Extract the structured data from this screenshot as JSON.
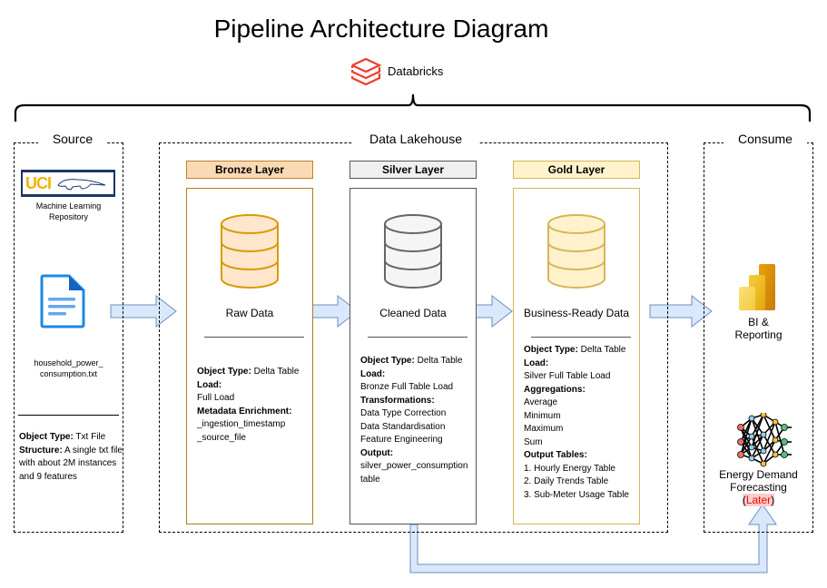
{
  "title": "Pipeline Architecture Diagram",
  "brand": {
    "name": "Databricks",
    "icon": "databricks-logo-icon",
    "color": "#ef3e2d"
  },
  "sections": {
    "source": "Source",
    "lakehouse": "Data Lakehouse",
    "consume": "Consume"
  },
  "source": {
    "uci_logo_text": "UCI",
    "uci_caption_line1": "Machine Learning",
    "uci_caption_line2": "Repository",
    "file_icon": "document-icon",
    "file_name_line1": "household_power_",
    "file_name_line2": "consumption.txt",
    "details": [
      {
        "label": "Object Type:",
        "value": " Txt File"
      },
      {
        "label": "Structure:",
        "value": " A single txt file with about 2M instances and 9 features"
      }
    ]
  },
  "layers": [
    {
      "name": "Bronze Layer",
      "caption": "Raw Data",
      "colors": {
        "header_bg": "#fad9b5",
        "header_border": "#c0802a",
        "box_border": "#b47a1e",
        "db_fill": "#ffe6cc",
        "db_stroke": "#d79b00"
      },
      "details": [
        {
          "label": "Object Type:",
          "value": " Delta Table"
        },
        {
          "label": "Load:",
          "value": ""
        },
        {
          "label": "",
          "value": "Full Load"
        },
        {
          "label": "Metadata Enrichment:",
          "value": ""
        },
        {
          "label": "",
          "value": "_ingestion_timestamp"
        },
        {
          "label": "",
          "value": "_source_file"
        }
      ]
    },
    {
      "name": "Silver Layer",
      "caption": "Cleaned Data",
      "colors": {
        "header_bg": "#efefef",
        "header_border": "#555555",
        "box_border": "#555555",
        "db_fill": "#f5f5f5",
        "db_stroke": "#666666"
      },
      "details": [
        {
          "label": "Object Type:",
          "value": " Delta Table"
        },
        {
          "label": "Load:",
          "value": ""
        },
        {
          "label": "",
          "value": "Bronze Full Table Load"
        },
        {
          "label": "Transformations:",
          "value": ""
        },
        {
          "label": "",
          "value": "Data Type Correction"
        },
        {
          "label": "",
          "value": "Data Standardisation"
        },
        {
          "label": "",
          "value": "Feature Engineering"
        },
        {
          "label": "Output:",
          "value": ""
        },
        {
          "label": "",
          "value": "silver_power_consumption"
        },
        {
          "label": "",
          "value": "table"
        }
      ]
    },
    {
      "name": "Gold Layer",
      "caption": "Business-Ready Data",
      "colors": {
        "header_bg": "#fff2cc",
        "header_border": "#d6b656",
        "box_border": "#d6b656",
        "db_fill": "#fff2cc",
        "db_stroke": "#d6b656"
      },
      "details": [
        {
          "label": "Object Type:",
          "value": " Delta Table"
        },
        {
          "label": "Load:",
          "value": ""
        },
        {
          "label": "",
          "value": "Silver Full Table Load"
        },
        {
          "label": "Aggregations:",
          "value": ""
        },
        {
          "label": "",
          "value": "Average"
        },
        {
          "label": "",
          "value": "Minimum"
        },
        {
          "label": "",
          "value": "Maximum"
        },
        {
          "label": "",
          "value": "Sum"
        },
        {
          "label": "Output Tables:",
          "value": ""
        },
        {
          "label": "",
          "value": "1. Hourly Energy Table"
        },
        {
          "label": "",
          "value": "2. Daily Trends Table"
        },
        {
          "label": "",
          "value": "3. Sub-Meter Usage Table"
        }
      ]
    }
  ],
  "consume": {
    "bi_icon": "power-bi-icon",
    "bi_label_line1": "BI &",
    "bi_label_line2": "Reporting",
    "ml_icon": "neural-network-icon",
    "ml_label_line1": "Energy Demand",
    "ml_label_line2": "Forecasting",
    "ml_status_open": "(",
    "ml_status": "Later",
    "ml_status_close": ")",
    "ml_status_color": "#ff0000",
    "ml_status_bg": "#f8cecc"
  },
  "arrow_color": {
    "fill": "#dae8fc",
    "stroke": "#6c8ebf"
  }
}
